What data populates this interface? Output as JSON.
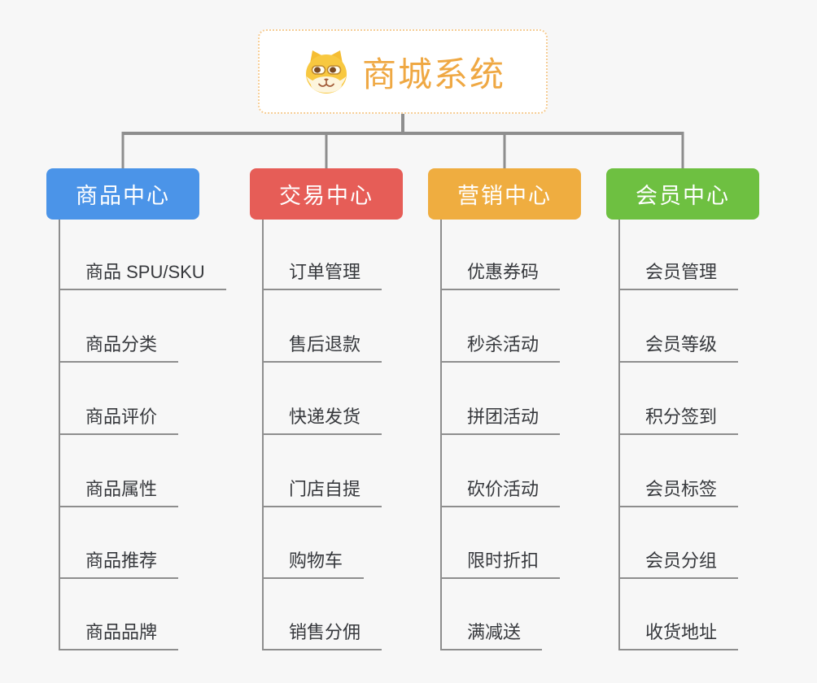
{
  "root": {
    "title": "商城系统",
    "icon": "dog-icon",
    "text_color": "#EFA843",
    "border_color": "#F6CD95"
  },
  "branches": [
    {
      "label": "商品中心",
      "color": "#4B94E8",
      "items": [
        "商品 SPU/SKU",
        "商品分类",
        "商品评价",
        "商品属性",
        "商品推荐",
        "商品品牌"
      ]
    },
    {
      "label": "交易中心",
      "color": "#E65D57",
      "items": [
        "订单管理",
        "售后退款",
        "快递发货",
        "门店自提",
        "购物车",
        "销售分佣"
      ]
    },
    {
      "label": "营销中心",
      "color": "#EFAD40",
      "items": [
        "优惠券码",
        "秒杀活动",
        "拼团活动",
        "砍价活动",
        "限时折扣",
        "满减送"
      ]
    },
    {
      "label": "会员中心",
      "color": "#6EC041",
      "items": [
        "会员管理",
        "会员等级",
        "积分签到",
        "会员标签",
        "会员分组",
        "收货地址"
      ]
    }
  ],
  "colors": {
    "background": "#F7F7F7",
    "connector": "#8E8E8E",
    "item_underline": "#8E8E8E",
    "item_text": "#36383C",
    "branch_text": "#FFFFFF"
  }
}
